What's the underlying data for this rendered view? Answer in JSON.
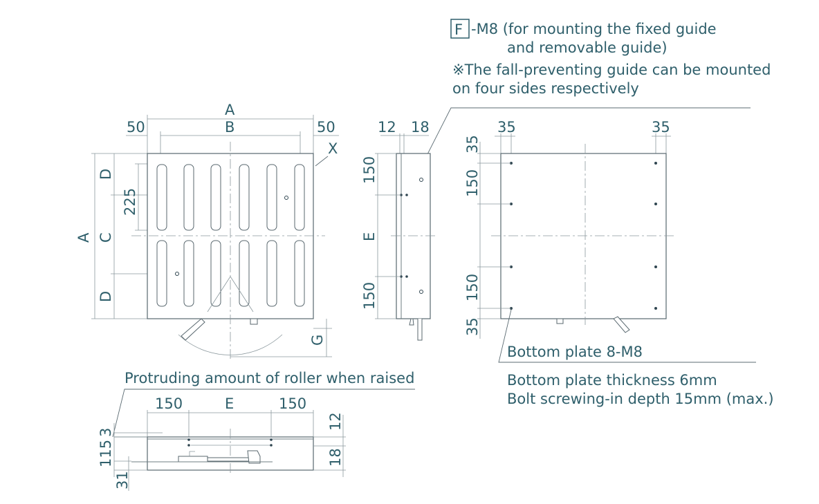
{
  "notes": {
    "mount_box_letter": "F",
    "mount_line1": "-M8 (for mounting the fixed guide",
    "mount_line2": "and removable guide)",
    "fall_line1": "※The fall-preventing guide can be mounted",
    "fall_line2": "on four sides respectively",
    "bottom_plate": "Bottom plate 8-M8",
    "thickness": "Bottom plate thickness 6mm",
    "bolt_depth": "Bolt screwing-in depth 15mm (max.)",
    "protruding": "Protruding amount of roller when raised"
  },
  "top_view": {
    "dim_A_top": "A",
    "dim_B": "B",
    "dim_50_left": "50",
    "dim_50_right": "50",
    "dim_X": "X",
    "dim_A_left": "A",
    "dim_D_top": "D",
    "dim_C": "C",
    "dim_D_bottom": "D",
    "dim_225": "225",
    "dim_G": "G"
  },
  "side_view": {
    "dim_12": "12",
    "dim_18": "18",
    "dim_150_top": "150",
    "dim_E": "E",
    "dim_150_bottom": "150"
  },
  "bottom_view": {
    "dim_35_left": "35",
    "dim_35_right": "35",
    "dim_35_top": "35",
    "dim_150_top": "150",
    "dim_150_bottom": "150",
    "dim_35_bottom": "35"
  },
  "front_view": {
    "dim_150_left": "150",
    "dim_E": "E",
    "dim_150_right": "150",
    "dim_3": "3",
    "dim_115": "115",
    "dim_31": "31",
    "dim_12": "12",
    "dim_18": "18"
  }
}
